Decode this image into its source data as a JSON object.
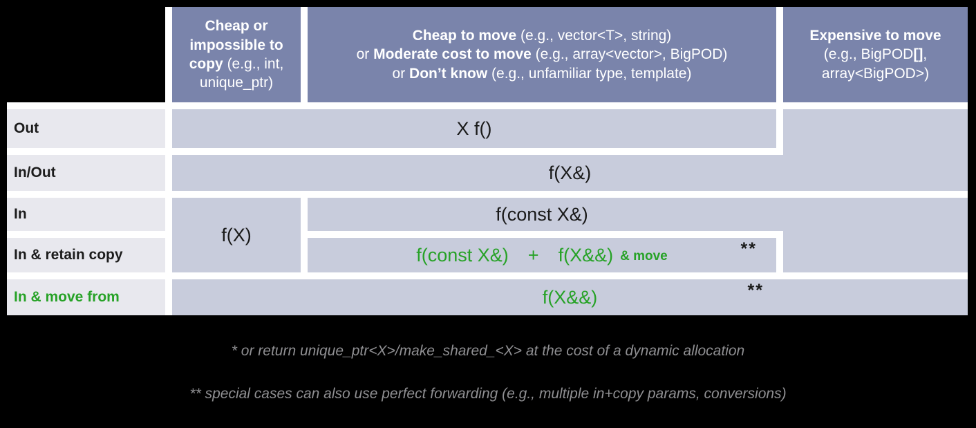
{
  "colors": {
    "background": "#000000",
    "gap": "#ffffff",
    "header_bg": "#7a84ab",
    "body_cell_bg": "#c8ccdc",
    "label_bg": "#e8e8ee",
    "green": "#27a227",
    "text_dark": "#1a1a1a",
    "footnote_gray": "#8f8f92"
  },
  "header": {
    "copy": {
      "bold": "Cheap or impossible to copy",
      "normal": " (e.g., int, unique_ptr)"
    },
    "move": {
      "line1_bold": "Cheap to move",
      "line1_normal": " (e.g., vector<T>, string)",
      "line2_prefix": "or ",
      "line2_bold": "Moderate cost to move",
      "line2_normal": " (e.g., array<vector>, BigPOD)",
      "line3_prefix": "or ",
      "line3_bold": "Don’t know",
      "line3_normal": " (e.g., unfamiliar type, template)"
    },
    "expensive": {
      "line1": "Expensive to move",
      "line2_pre": "(e.g., BigPOD",
      "line2_bold": "[]",
      "line2_post": ",",
      "line3": "array<BigPOD>)"
    }
  },
  "rows": {
    "out": {
      "label": "Out",
      "cell": "X f()"
    },
    "inout": {
      "label": "In/Out",
      "cell": "f(X&)"
    },
    "in": {
      "label": "In",
      "copy_cell": "f(X)",
      "cell": "f(const X&)"
    },
    "retain": {
      "label": "In & retain copy",
      "part1": "f(const X&)",
      "plus": "+",
      "part2": "f(X&&)",
      "suffix": "& move",
      "marker": "**"
    },
    "movefrom": {
      "label": "In & move from",
      "cell": "f(X&&)",
      "marker": "**"
    }
  },
  "footnotes": [
    "* or return unique_ptr<X>/make_shared_<X> at the cost of a dynamic allocation",
    "** special cases can also use perfect forwarding (e.g., multiple in+copy params, conversions)"
  ]
}
